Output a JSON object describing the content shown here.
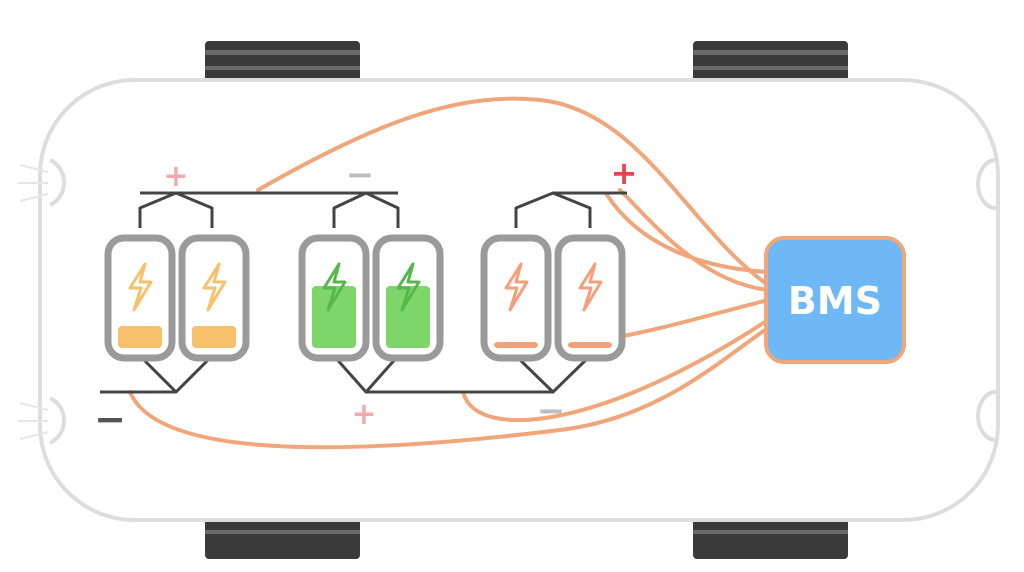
{
  "bms": {
    "label": "BMS"
  },
  "terminals": {
    "top_left": "+",
    "top_middle": "−",
    "top_right": "+",
    "bottom_left": "−",
    "bottom_middle": "+",
    "bottom_right": "−"
  },
  "cell_groups": [
    {
      "name": "left-pair",
      "cells": 2,
      "charge_level": 0.22,
      "fill_color": "#f7c06a",
      "bolt_color": "#f7c06a"
    },
    {
      "name": "middle-pair",
      "cells": 2,
      "charge_level": 0.62,
      "fill_color": "#7ed66b",
      "bolt_color": "#55b84a"
    },
    {
      "name": "right-pair",
      "cells": 2,
      "charge_level": 0.06,
      "fill_color": "#f3a07a",
      "bolt_color": "#f3a07a"
    }
  ],
  "colors": {
    "wire": "#f0a67a",
    "bus": "#444444",
    "bms_fill": "#6eb8f7",
    "bms_border": "#f0a67a",
    "cell_frame": "#9a9a9a",
    "plus_light": "#f4a9b0",
    "plus_strong": "#e8434f",
    "minus_light": "#bdbdbd",
    "minus_dark": "#555555"
  }
}
